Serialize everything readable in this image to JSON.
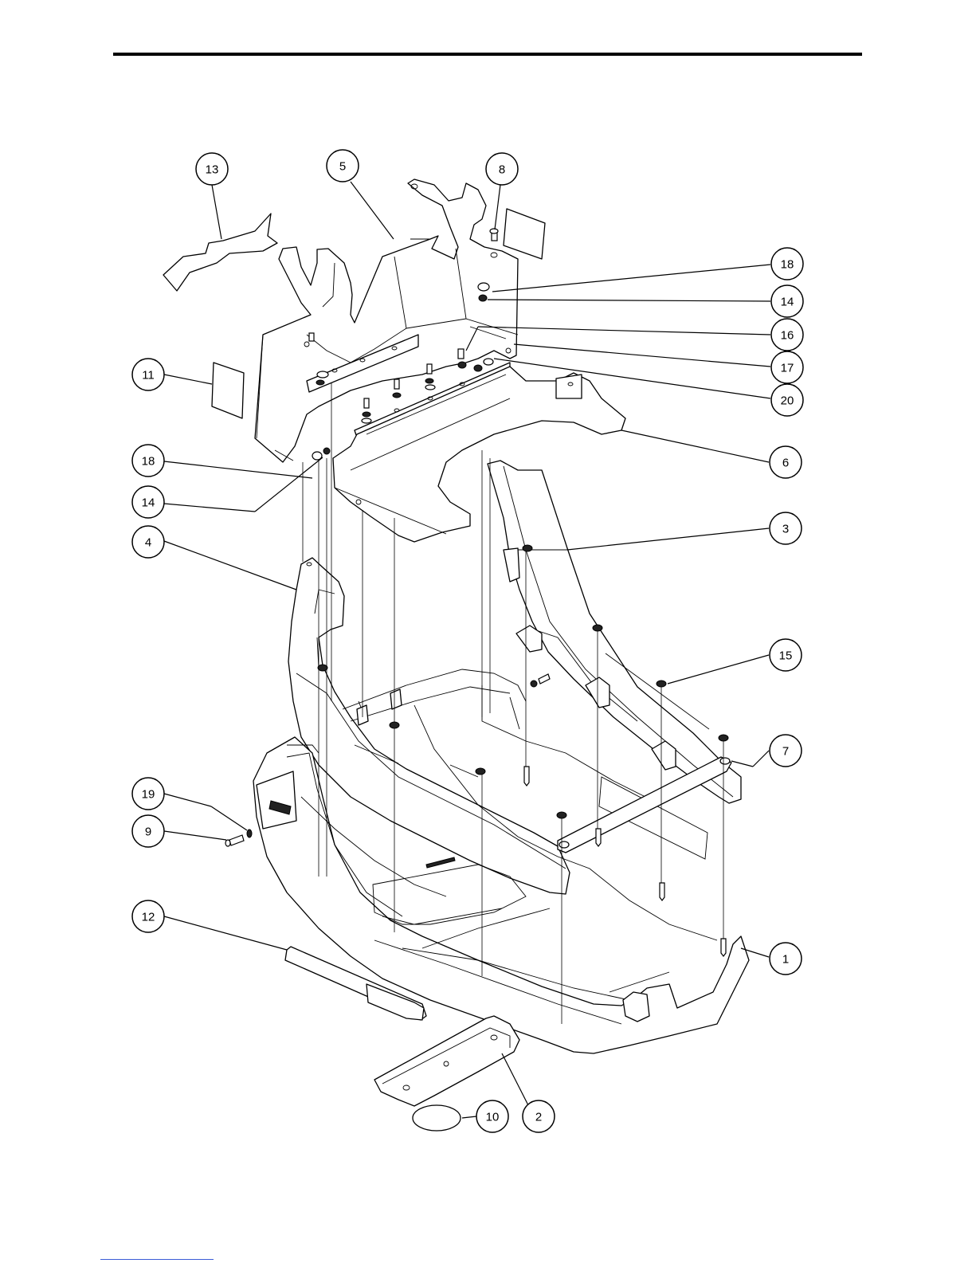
{
  "figure": {
    "callouts": [
      {
        "id": "callout-13",
        "label": "13"
      },
      {
        "id": "callout-5",
        "label": "5"
      },
      {
        "id": "callout-8",
        "label": "8"
      },
      {
        "id": "callout-18-top",
        "label": "18"
      },
      {
        "id": "callout-14-top",
        "label": "14"
      },
      {
        "id": "callout-16",
        "label": "16"
      },
      {
        "id": "callout-17",
        "label": "17"
      },
      {
        "id": "callout-20",
        "label": "20"
      },
      {
        "id": "callout-11",
        "label": "11"
      },
      {
        "id": "callout-6",
        "label": "6"
      },
      {
        "id": "callout-18-left",
        "label": "18"
      },
      {
        "id": "callout-14-left",
        "label": "14"
      },
      {
        "id": "callout-3",
        "label": "3"
      },
      {
        "id": "callout-4",
        "label": "4"
      },
      {
        "id": "callout-15",
        "label": "15"
      },
      {
        "id": "callout-7",
        "label": "7"
      },
      {
        "id": "callout-19",
        "label": "19"
      },
      {
        "id": "callout-9",
        "label": "9"
      },
      {
        "id": "callout-12",
        "label": "12"
      },
      {
        "id": "callout-1",
        "label": "1"
      },
      {
        "id": "callout-10",
        "label": "10"
      },
      {
        "id": "callout-2",
        "label": "2"
      }
    ]
  }
}
